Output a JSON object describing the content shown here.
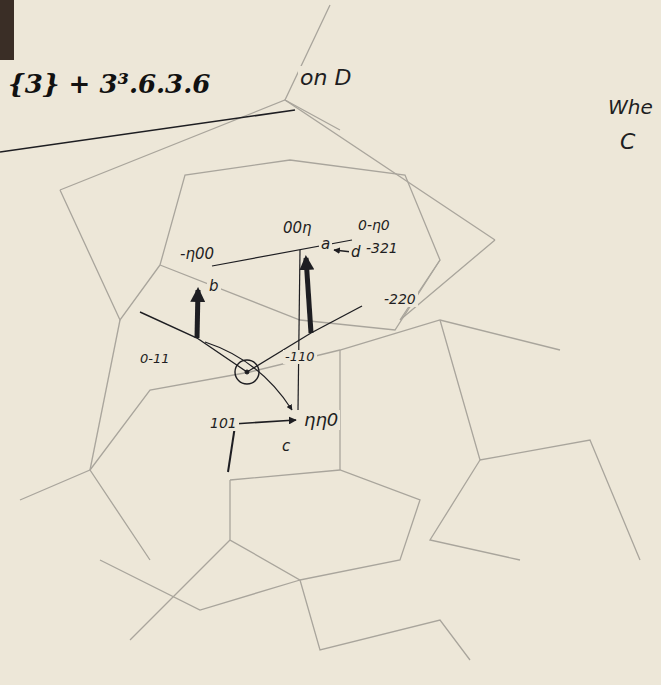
{
  "diagram": {
    "title": "{3} + 3³.6.3.6",
    "labels": [
      "on D",
      "Whe",
      "C",
      "-η00",
      "b",
      "00η",
      "a",
      "0-η0",
      "d",
      "-321",
      "-220",
      "0-11",
      "-110",
      "101",
      "ηη0",
      "c"
    ]
  }
}
